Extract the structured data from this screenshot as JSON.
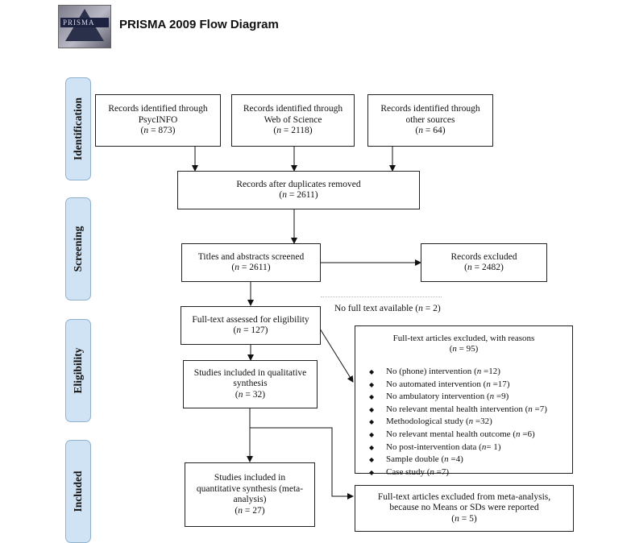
{
  "header": {
    "title": "PRISMA 2009 Flow Diagram",
    "logo_text": "PRISMA"
  },
  "stages": [
    "Identification",
    "Screening",
    "Eligibility",
    "Included"
  ],
  "boxes": {
    "psycinfo": {
      "l1": "Records identified through",
      "l2": "PsycINFO",
      "n": "873"
    },
    "wos": {
      "l1": "Records identified through",
      "l2": "Web of Science",
      "n": "2118"
    },
    "other": {
      "l1": "Records identified through",
      "l2": "other sources",
      "n": "64"
    },
    "dedup": {
      "l1": "Records after duplicates removed",
      "n": "2611"
    },
    "screened": {
      "l1": "Titles and abstracts screened",
      "n": "2611"
    },
    "excluded": {
      "l1": "Records excluded",
      "n": "2482"
    },
    "fulltext": {
      "l1": "Full-text assessed for eligibility",
      "n": "127"
    },
    "qualitative": {
      "l1": "Studies included in qualitative",
      "l2": "synthesis",
      "n": "32"
    },
    "quantitative": {
      "l1": "Studies included in",
      "l2": "quantitative synthesis (meta-",
      "l3": "analysis)",
      "n": "27"
    },
    "meta_excluded": {
      "l1": "Full-text articles excluded from meta-analysis,",
      "l2": "because no Means or SDs were reported",
      "n": "5"
    }
  },
  "no_full_text": {
    "label": "No full text available",
    "n": "2"
  },
  "reasons": {
    "title": "Full-text articles excluded, with reasons",
    "n": "95",
    "items": [
      {
        "text": "No (phone) intervention",
        "n": "=12"
      },
      {
        "text": "No automated intervention",
        "n": "=17"
      },
      {
        "text": "No ambulatory intervention",
        "n": "=9"
      },
      {
        "text": "No relevant mental health intervention",
        "n": "=7"
      },
      {
        "text": "Methodological study",
        "n": "=32"
      },
      {
        "text": "No relevant mental health outcome",
        "n": "=6"
      },
      {
        "text": "No post-intervention data",
        "n": "= 1"
      },
      {
        "text": "Sample double",
        "n": "=4"
      },
      {
        "text": "Case study",
        "n": "=7"
      }
    ]
  },
  "colors": {
    "stage_fill": "#cfe3f4",
    "stage_border": "#8fb2cf",
    "line": "#111111"
  }
}
